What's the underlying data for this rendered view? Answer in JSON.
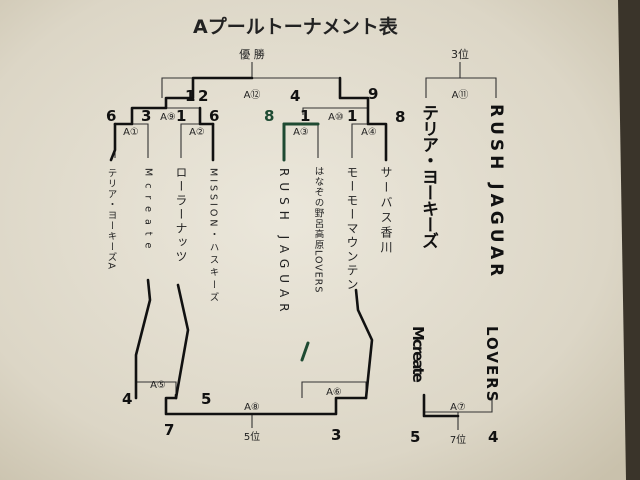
{
  "title": "Aプールトーナメント表",
  "main_header": "優 勝",
  "third_header": "3位",
  "fifth_label": "5位",
  "seventh_label": "7位",
  "match_labels": [
    "A①",
    "A②",
    "A③",
    "A④",
    "A⑤",
    "A⑥",
    "A⑦",
    "A⑧",
    "A⑨",
    "A⑩",
    "A⑪",
    "A⑫"
  ],
  "teams": {
    "t1": "テリア・ヨーキーズA",
    "t2": "Mcreate",
    "t3": "ローラーナッツ",
    "t4": "MISSION・ハスキーズ",
    "t5": "RUSH JAGUAR",
    "t6": "はなぞの野呂高原LOVERS",
    "t7": "モーモーマウンテン",
    "t8": "サーバス香川"
  },
  "third_place_teams": {
    "left": "テリア・ヨーキーズ",
    "right": "RUSH JAGUAR"
  },
  "seventh_place_teams": {
    "left": "Mcreate",
    "right": "LOVERS"
  },
  "scores": {
    "s_a1_left": "6",
    "s_a1_right": "3",
    "s_a2_left": "1",
    "s_a2_right": "6",
    "s_a3_left": "8",
    "s_a3_right": "1",
    "s_a4_left": "1",
    "s_a4_right": "8",
    "s_a9_left": "1",
    "s_a9_right": "2",
    "s_a10_left": "4",
    "s_a10_right": "9",
    "s_a5_left": "4",
    "s_a5_right": "5",
    "s_a8_left": "7",
    "s_a8_right": "3",
    "s_a7_left": "5",
    "s_a7_right": "4"
  },
  "colors": {
    "paper": "#e2ddd0",
    "ink": "#1e1e1e",
    "green": "#1e4a32"
  }
}
